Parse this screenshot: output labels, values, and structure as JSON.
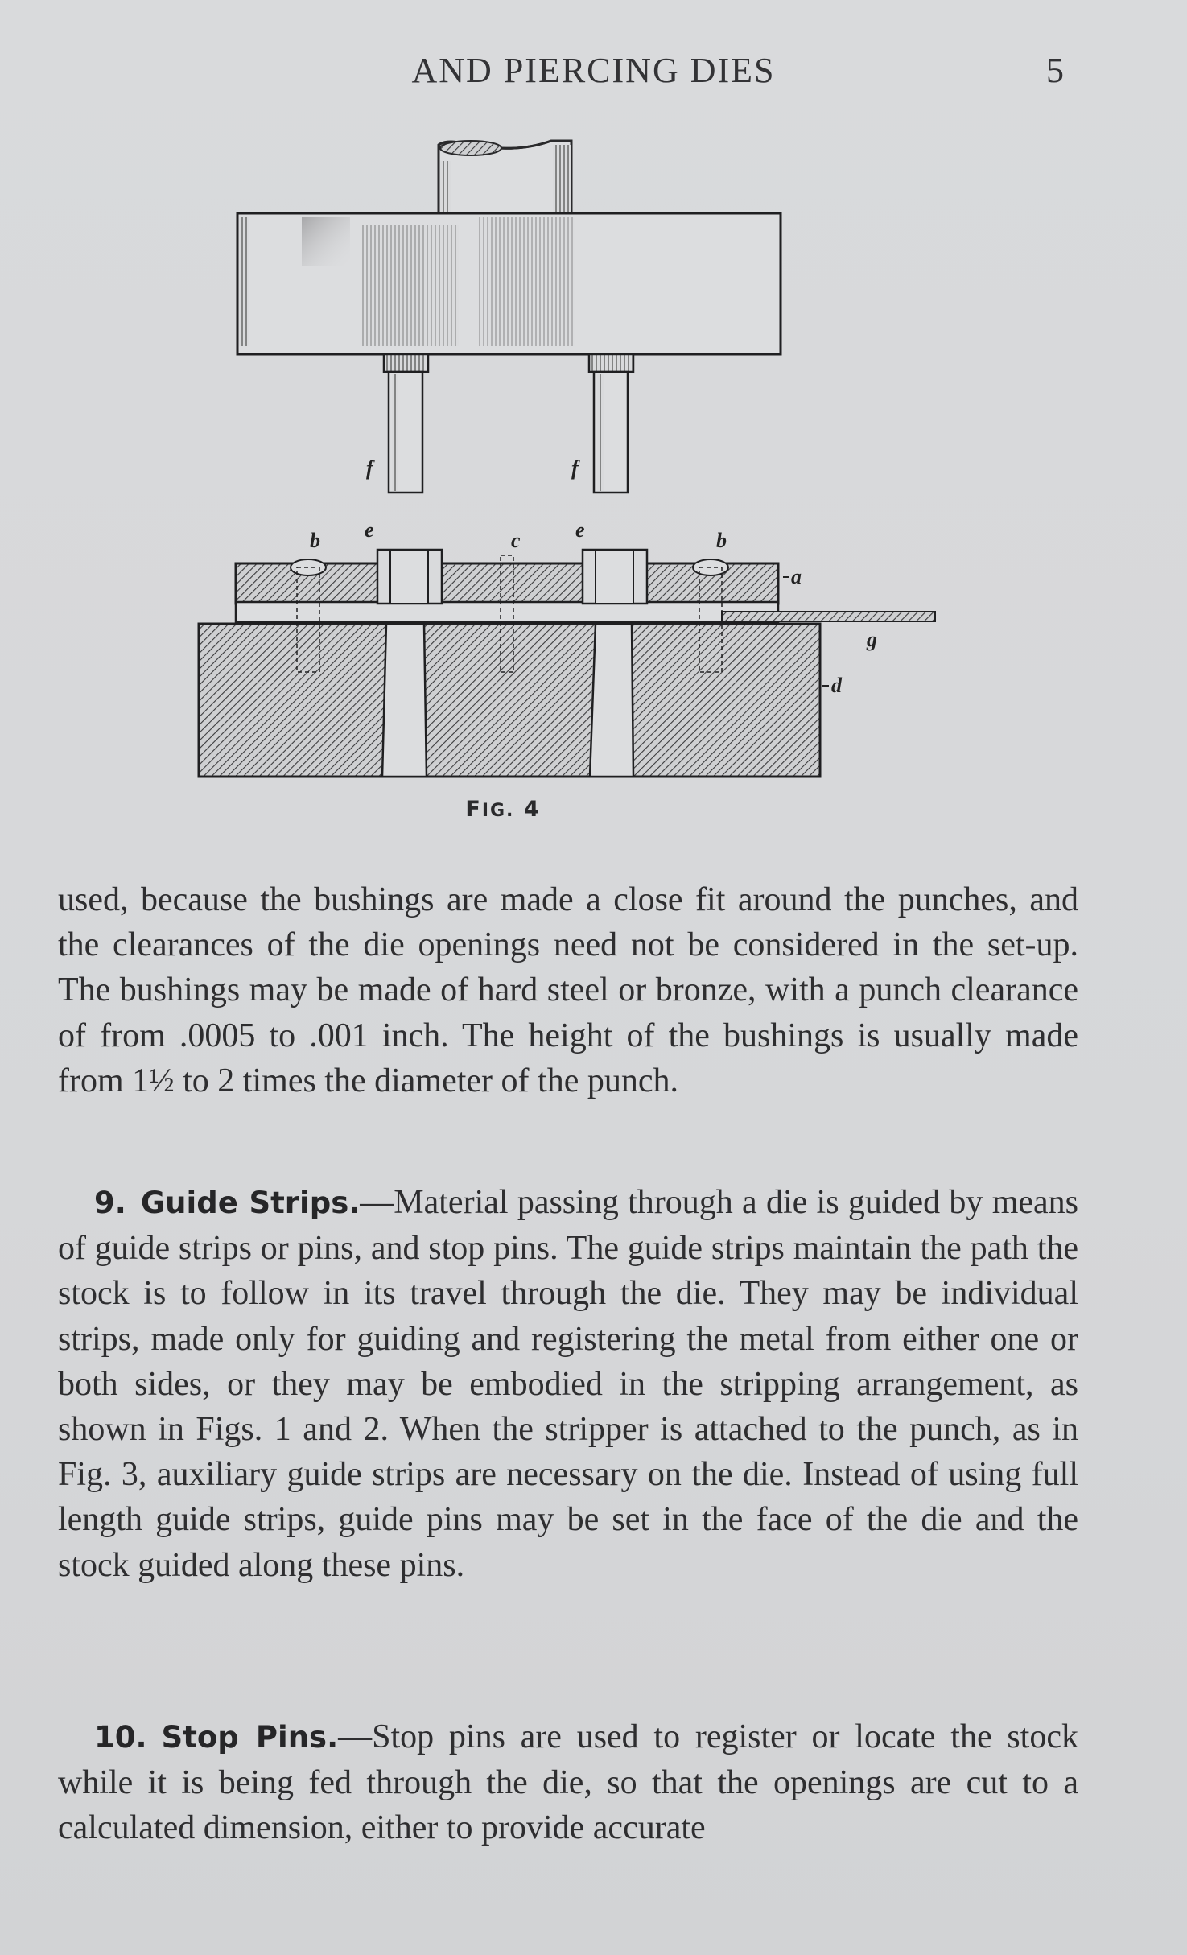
{
  "header": {
    "title": "AND PIERCING DIES",
    "page_number": "5"
  },
  "figure": {
    "caption_prefix": "F",
    "caption_smallcaps": "IG.",
    "caption_number": "4",
    "labels": {
      "a": "a",
      "b": "b",
      "c": "c",
      "d": "d",
      "e": "e",
      "f": "f",
      "g": "g"
    }
  },
  "paragraphs": [
    {
      "text": "used, because the bushings are made a close fit around the punches, and the clearances of the die openings need not be considered in the set-up. The bushings may be made of hard steel or bronze, with a punch clearance of from .0005 to .001 inch. The height of the bushings is usually made from 1½ to 2 times the diameter of the punch."
    },
    {
      "number": "9.",
      "heading": "Guide Strips.",
      "text": "—Material passing through a die is guided by means of guide strips or pins, and stop pins. The guide strips maintain the path the stock is to follow in its travel through the die. They may be individual strips, made only for guiding and registering the metal from either one or both sides, or they may be embodied in the stripping arrangement, as shown in Figs. 1 and 2. When the stripper is attached to the punch, as in Fig. 3, auxiliary guide strips are necessary on the die. Instead of using full length guide strips, guide pins may be set in the face of the die and the stock guided along these pins."
    },
    {
      "number": "10.",
      "heading": "Stop Pins.",
      "text": "—Stop pins are used to register or locate the stock while it is being fed through the die, so that the openings are cut to a calculated dimension, either to provide accurate"
    }
  ]
}
